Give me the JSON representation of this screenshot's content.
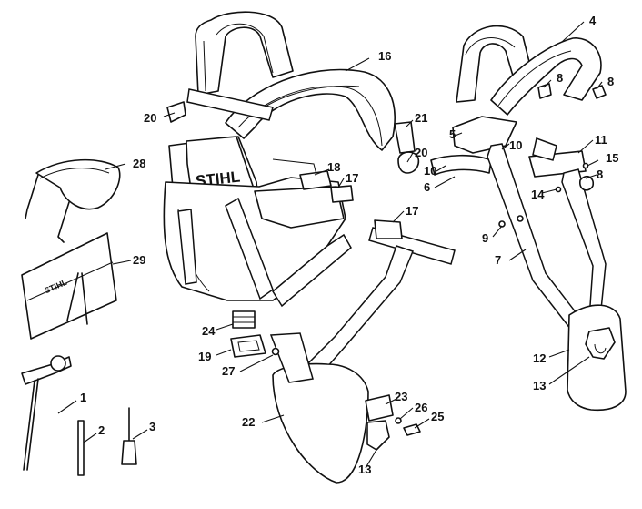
{
  "diagram": {
    "brand_logo_text": "STIHL",
    "part_numbers": [
      "1",
      "2",
      "3",
      "4",
      "5",
      "6",
      "7",
      "8",
      "8",
      "8",
      "9",
      "10",
      "10",
      "11",
      "12",
      "13",
      "13",
      "14",
      "15",
      "16",
      "17",
      "17",
      "18",
      "19",
      "20",
      "20",
      "21",
      "22",
      "23",
      "24",
      "25",
      "26",
      "27",
      "28",
      "29"
    ]
  }
}
